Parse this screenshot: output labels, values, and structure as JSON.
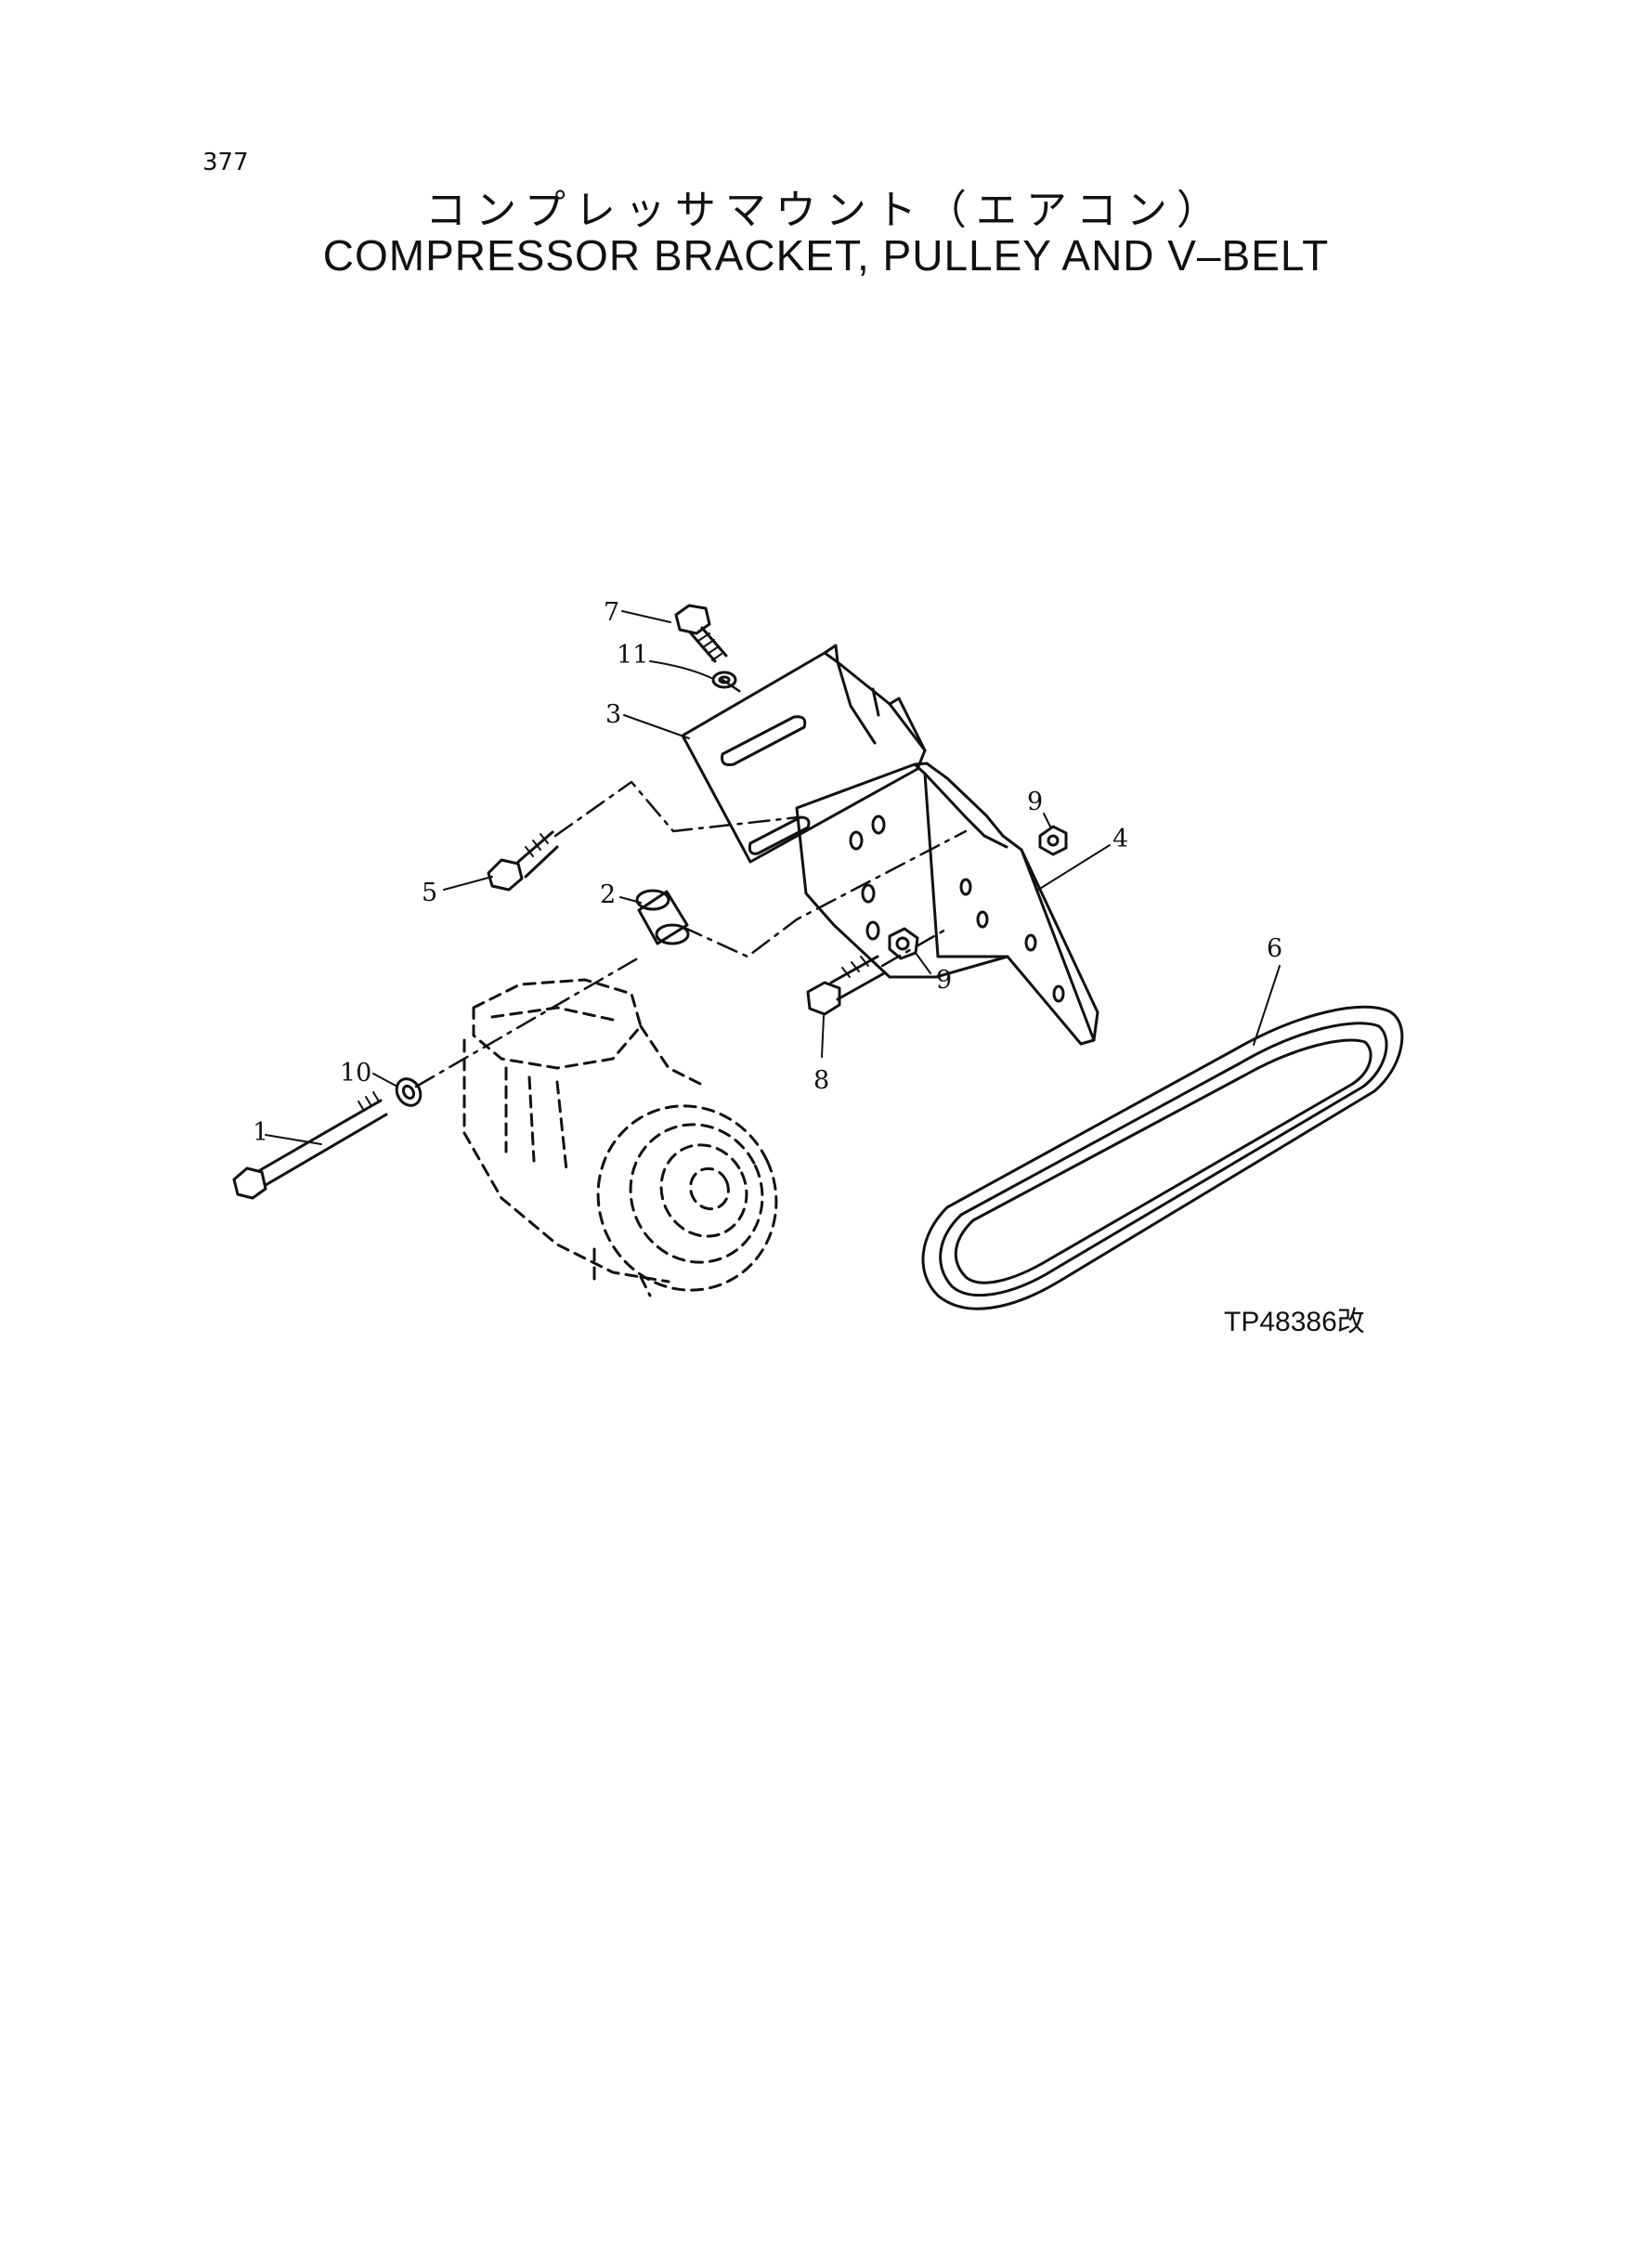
{
  "page_number": "377",
  "title_ja": "コンプレッサマウント（エアコン）",
  "title_en": "COMPRESSOR BRACKET, PULLEY AND V–BELT",
  "figure_code": "TP48386改",
  "callouts": [
    "1",
    "2",
    "3",
    "4",
    "5",
    "6",
    "7",
    "8",
    "9",
    "9",
    "10",
    "11"
  ]
}
